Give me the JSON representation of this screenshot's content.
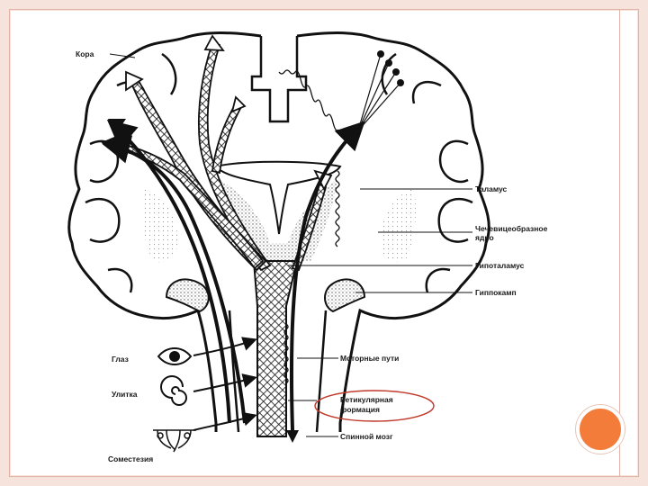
{
  "labels": {
    "cortex": "Кора",
    "thalamus": "Таламус",
    "lentiform_1": "Чечевицеобразное",
    "lentiform_2": "ядро",
    "hypothalamus": "Гипоталамус",
    "hippocampus": "Гиппокамп",
    "eye": "Глаз",
    "cochlea": "Улитка",
    "motor": "Моторные пути",
    "reticular_1": "Ретикулярная",
    "reticular_2": "формация",
    "spinal": "Спинной мозг",
    "somesthesia": "Соместезия"
  },
  "colors": {
    "accent": "#f47c3a",
    "highlight_ellipse": "#c0392b",
    "frame": "#f6e3dc",
    "ink": "#1a1a1a"
  }
}
